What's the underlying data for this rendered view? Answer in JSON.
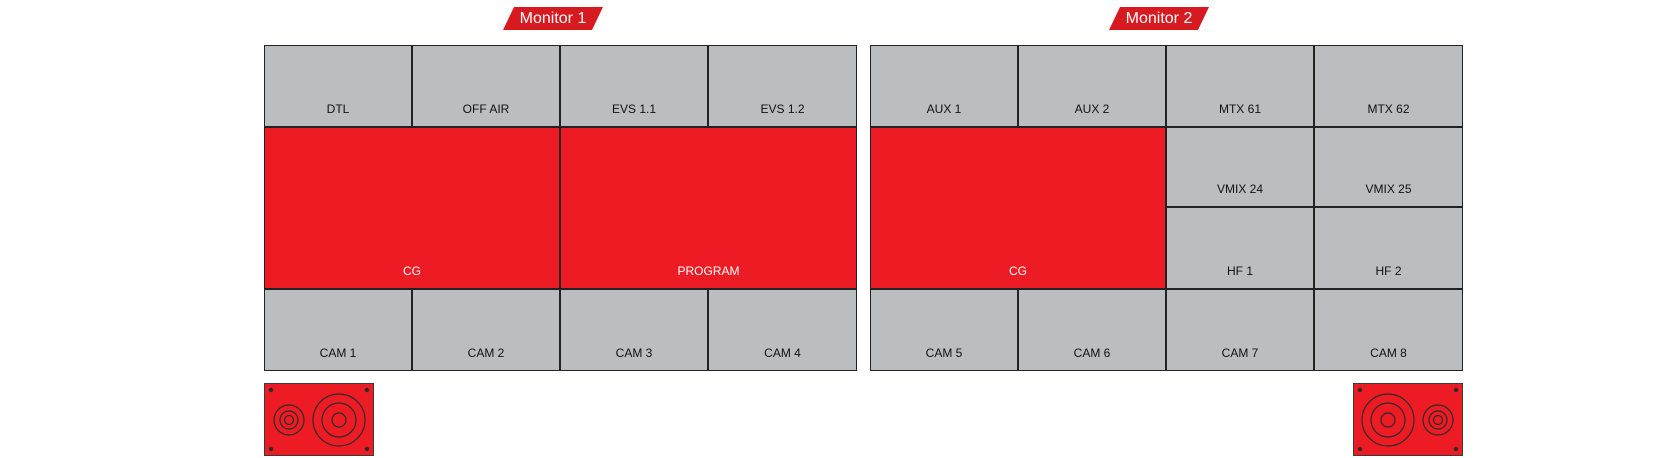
{
  "monitor1": {
    "title": "Monitor 1",
    "top_row": [
      "DTL",
      "OFF AIR",
      "EVS 1.1",
      "EVS 1.2"
    ],
    "main_left": "CG",
    "main_right": "PROGRAM",
    "bottom_row": [
      "CAM 1",
      "CAM 2",
      "CAM 3",
      "CAM 4"
    ]
  },
  "monitor2": {
    "title": "Monitor 2",
    "top_row": [
      "AUX 1",
      "AUX 2",
      "MTX 61",
      "MTX 62"
    ],
    "main_left": "CG",
    "mid_right": [
      "VMIX 24",
      "VMIX 25"
    ],
    "low_right": [
      "HF 1",
      "HF 2"
    ],
    "bottom_row": [
      "CAM 5",
      "CAM 6",
      "CAM 7",
      "CAM 8"
    ]
  },
  "colors": {
    "accent_red": "#ed1c24",
    "tab_red": "#d71920",
    "tile_gray": "#bcbdc0",
    "divider": "#222222"
  },
  "icons": {
    "left_speaker": "speaker-icon",
    "right_speaker": "speaker-icon"
  }
}
